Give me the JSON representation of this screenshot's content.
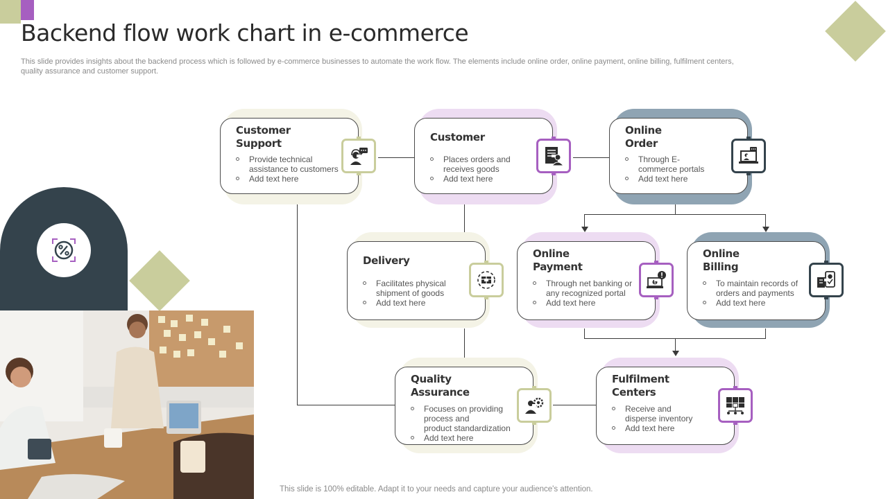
{
  "page": {
    "title": "Backend flow work chart in e-commerce",
    "subtitle": "This slide provides insights about the backend process which is followed by e-commerce businesses to automate the work flow. The elements include online order, online payment, online billing, fulfilment centers, quality assurance and customer support.",
    "footer": "This slide is 100% editable. Adapt it to your needs and capture your audience's attention."
  },
  "colors": {
    "olive": "#c9cd9c",
    "purple": "#a65fc0",
    "slate": "#34434c",
    "blue_gray": "#8fa4b3",
    "cream": "#f4f3e6",
    "lavender": "#eddcf2"
  },
  "decor": {
    "badge_icon": "percent-icon"
  },
  "nodes": {
    "customer_support": {
      "title_l1": "Customer",
      "title_l2": "Support",
      "b1_l1": "Provide technical",
      "b1_l2": "assistance to customers",
      "b2": "Add text here",
      "icon": "customer-support-icon"
    },
    "customer": {
      "title_l1": "Customer",
      "b1_l1": "Places orders and",
      "b1_l2": "receives goods",
      "b2": "Add text here",
      "icon": "customer-document-icon"
    },
    "online_order": {
      "title_l1": "Online",
      "title_l2": "Order",
      "b1_l1": "Through E-",
      "b1_l2": "commerce portals",
      "b2": "Add text here",
      "icon": "laptop-chat-icon"
    },
    "delivery": {
      "title_l1": "Delivery",
      "b1_l1": "Facilitates physical",
      "b1_l2": "shipment of goods",
      "b2": "Add text here",
      "icon": "delivery-box-icon"
    },
    "online_payment": {
      "title_l1": "Online",
      "title_l2": "Payment",
      "b1_l1": "Through net banking or",
      "b1_l2": "any recognized portal",
      "b2": "Add text here",
      "icon": "payment-laptop-icon"
    },
    "online_billing": {
      "title_l1": "Online",
      "title_l2": "Billing",
      "b1_l1": "To maintain records of",
      "b1_l2": "orders and payments",
      "b2": "Add text here",
      "icon": "billing-icon"
    },
    "quality_assurance": {
      "title_l1": "Quality",
      "title_l2": "Assurance",
      "b1_l1": "Focuses on providing",
      "b1_l2": "process and",
      "b1_l3": "product standardization",
      "b2": "Add text here",
      "icon": "quality-gear-icon"
    },
    "fulfilment": {
      "title_l1": "Fulfilment",
      "title_l2": "Centers",
      "b1_l1": "Receive and",
      "b1_l2": "disperse inventory",
      "b2": "Add text here",
      "icon": "network-servers-icon"
    }
  }
}
